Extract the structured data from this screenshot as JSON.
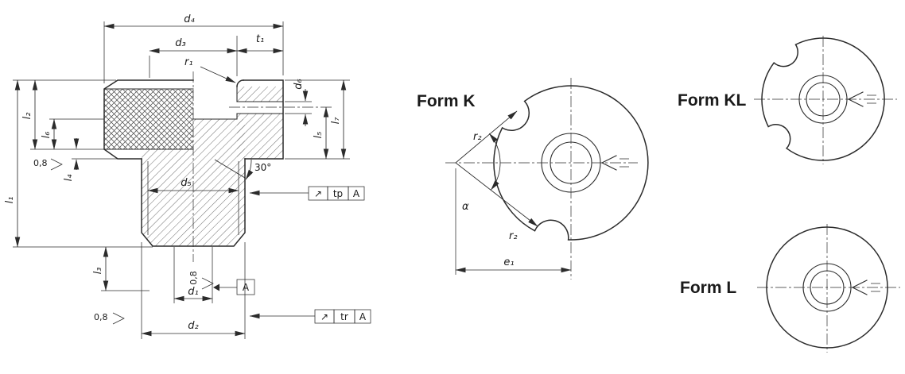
{
  "section_view": {
    "dims": {
      "d1": "d₁",
      "d2": "d₂",
      "d3": "d₃",
      "d4": "d₄",
      "d5": "d₅",
      "d6": "d₆",
      "l1": "l₁",
      "l2": "l₂",
      "l3": "l₃",
      "l4": "l₄",
      "l5": "l₅",
      "l6": "l₆",
      "l7": "l₇",
      "t1": "t₁",
      "r1": "r₁",
      "chamfer_angle": "30°"
    },
    "surface_finish": {
      "top": "0,8",
      "middle": "0,8",
      "bottom": "0,8"
    },
    "datum": "A",
    "tolerance_frames": {
      "tp": {
        "symbol": "↗",
        "value": "tp",
        "datum": "A"
      },
      "tr": {
        "symbol": "↗",
        "value": "tr",
        "datum": "A"
      }
    }
  },
  "form_views": {
    "k": {
      "title": "Form K",
      "r2_upper": "r₂",
      "r2_lower": "r₂",
      "angle": "α",
      "e1": "e₁"
    },
    "kl": {
      "title": "Form KL"
    },
    "l": {
      "title": "Form L"
    }
  },
  "colors": {
    "line": "#2b2b2b",
    "background": "#ffffff"
  }
}
